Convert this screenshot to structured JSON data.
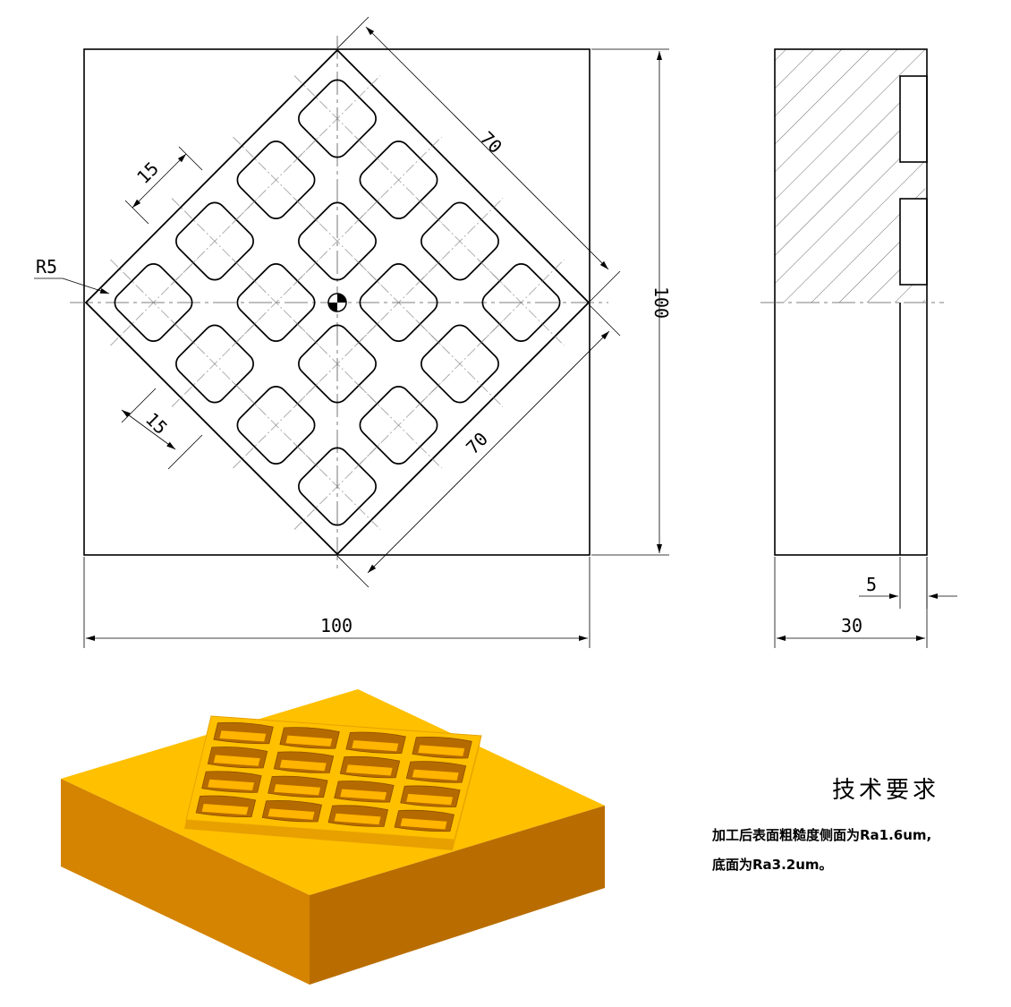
{
  "front_view": {
    "outer_width": "100",
    "outer_height": "100",
    "diamond_side_upper": "70",
    "diamond_side_lower": "70",
    "pitch_upper": "15",
    "pitch_lower": "15",
    "corner_radius": "R5"
  },
  "side_view": {
    "thickness": "30",
    "pocket_depth": "5"
  },
  "requirements": {
    "title": "技术要求",
    "line1": "加工后表面粗糙度侧面为Ra1.6um,",
    "line2": "底面为Ra3.2um。"
  },
  "colors": {
    "iso_top": "#FFC000",
    "iso_left": "#D48400",
    "iso_front": "#B96D00",
    "plate_top": "#FFC000",
    "plate_edge": "#F0A800",
    "pocket": "#B56A00"
  }
}
